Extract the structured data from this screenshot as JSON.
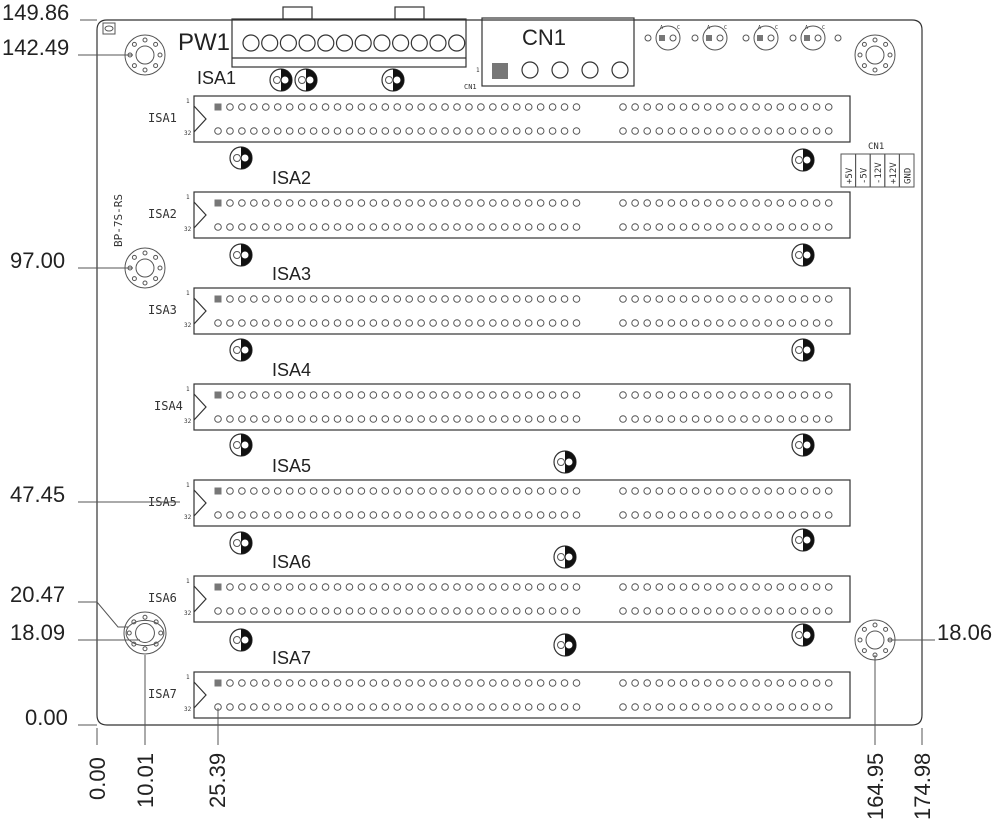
{
  "board": {
    "name": "BP-7S-RS",
    "pin_one_color": "#777777",
    "fill_color": "#111111"
  },
  "power": {
    "label": "PW1",
    "pins": 12
  },
  "cn1": {
    "label": "CN1",
    "small_label": "CN1",
    "pin_one": "1",
    "pins": 5
  },
  "cn1_table": {
    "label": "CN1",
    "columns": [
      "+5V",
      "-5V",
      "-12V",
      "+12V",
      "GND"
    ]
  },
  "isa_slots": [
    {
      "label": "ISA1",
      "side_label": "ISA1"
    },
    {
      "label": "ISA2",
      "side_label": "ISA2"
    },
    {
      "label": "ISA3",
      "side_label": "ISA3"
    },
    {
      "label": "ISA4",
      "side_label": "ISA4"
    },
    {
      "label": "ISA5",
      "side_label": "ISA5"
    },
    {
      "label": "ISA6",
      "side_label": "ISA6"
    },
    {
      "label": "ISA7",
      "side_label": "ISA7"
    }
  ],
  "slot_pin_labels": {
    "first": "1",
    "last": "32"
  },
  "slot_pins": {
    "left_group": 31,
    "right_group": 18
  },
  "led_labels": {
    "anode": "A",
    "cathode": "C"
  },
  "dimensions": {
    "left": [
      "149.86",
      "142.49",
      "97.00",
      "47.45",
      "20.47",
      "18.09",
      "0.00"
    ],
    "right": [
      "18.06"
    ],
    "bottom": [
      "0.00",
      "10.01",
      "25.39",
      "164.95",
      "174.98"
    ]
  }
}
